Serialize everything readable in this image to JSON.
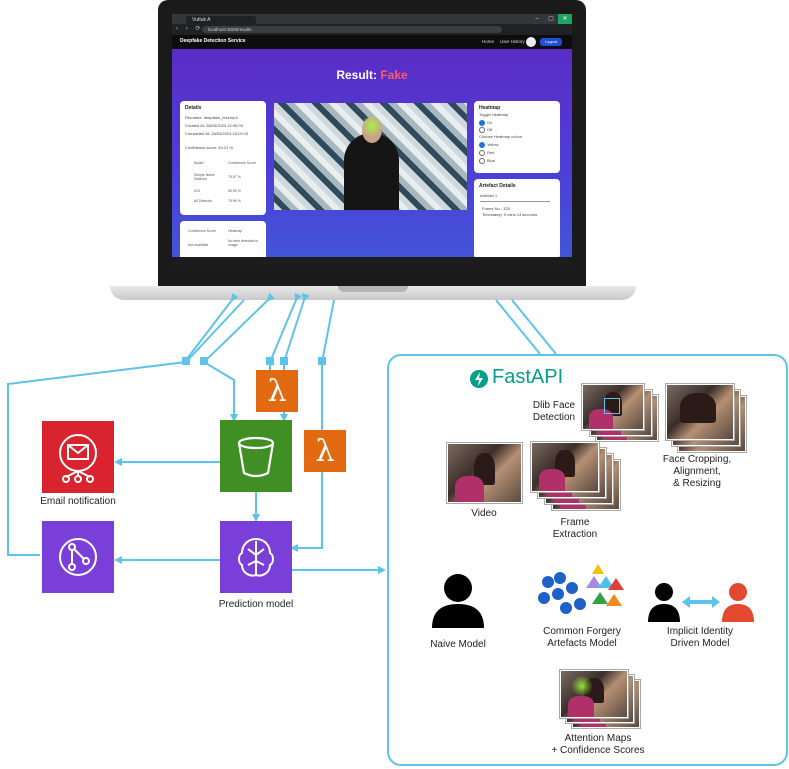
{
  "browser": {
    "tab_title": "Vuttuk A",
    "url": "localhost:3000/results",
    "window_buttons": [
      "–",
      "▢",
      "✕"
    ]
  },
  "app": {
    "title": "Deepfake Detection Service",
    "nav_home": "Home",
    "nav_history": "User History",
    "logout_label": "Logout",
    "result_prefix": "Result:",
    "result_value": "Fake"
  },
  "details_card": {
    "title": "Details",
    "filename": "Filename: deepfake_test.mp4",
    "created": "Created At: 28/03/2024 12:00:03",
    "completed": "Completed At: 28/03/2024 15:19:03",
    "confidence": "Confidence score: 64.21 %",
    "table_headers": [
      "Model",
      "Confidence Score"
    ],
    "rows": [
      [
        "Simple Naive Detector",
        "75.67 %"
      ],
      [
        "ICD",
        "50.99 %"
      ],
      [
        "All Detector",
        "75.96 %"
      ]
    ]
  },
  "lower_card": {
    "headers": [
      "Confidence Score",
      "Heatmap"
    ],
    "row": [
      "Not Available",
      "No face detected in image"
    ]
  },
  "heatmap_card": {
    "title": "Heatmap",
    "toggle_label": "Toggle Heatmap",
    "toggle_options": [
      "On",
      "Off"
    ],
    "color_label": "Choose Heatmap colour",
    "color_options": [
      "Yellow",
      "Red",
      "Blue"
    ]
  },
  "artefact_card": {
    "title": "Artefact Details",
    "select_value": "Artefact 1",
    "frame_no": "Frame No.: 325",
    "timestamp": "Timestamp: 0 mins 14 seconds"
  },
  "aws_labels": {
    "email": "Email notification",
    "prediction": "Prediction model"
  },
  "aws_icon_names": [
    "sns-email-icon",
    "step-functions-icon",
    "s3-bucket-icon",
    "lambda-icon",
    "sagemaker-icon"
  ],
  "fastapi": {
    "brand": "FastAPI",
    "steps": {
      "dlib": "Dlib Face\nDetection",
      "crop": "Face Cropping,\nAlignment,\n& Resizing",
      "video": "Video",
      "frame": "Frame\nExtraction",
      "naive": "Naive Model",
      "common": "Common Forgery\nArtefacts Model",
      "implicit": "Implicit Identity\nDriven Model",
      "attention": "Attention Maps\n+ Confidence Scores"
    }
  },
  "colors": {
    "connector": "#5ec3ea",
    "aws_red": "#d9232f",
    "aws_purple": "#7b3fd9",
    "aws_green": "#3f8f24",
    "aws_orange": "#e26b12",
    "fastapi": "#059e8a",
    "result_fake": "#ff5b6b"
  }
}
